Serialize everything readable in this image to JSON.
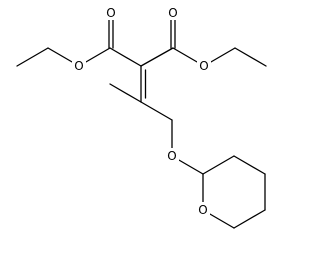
{
  "molecule": {
    "atoms": {
      "o_carbonyl_left": "O",
      "o_carbonyl_right": "O",
      "o_ester_left": "O",
      "o_ester_right": "O",
      "o_ether": "O",
      "o_ring": "O"
    }
  },
  "colors": {
    "bond": "#000000",
    "background": "#ffffff"
  }
}
